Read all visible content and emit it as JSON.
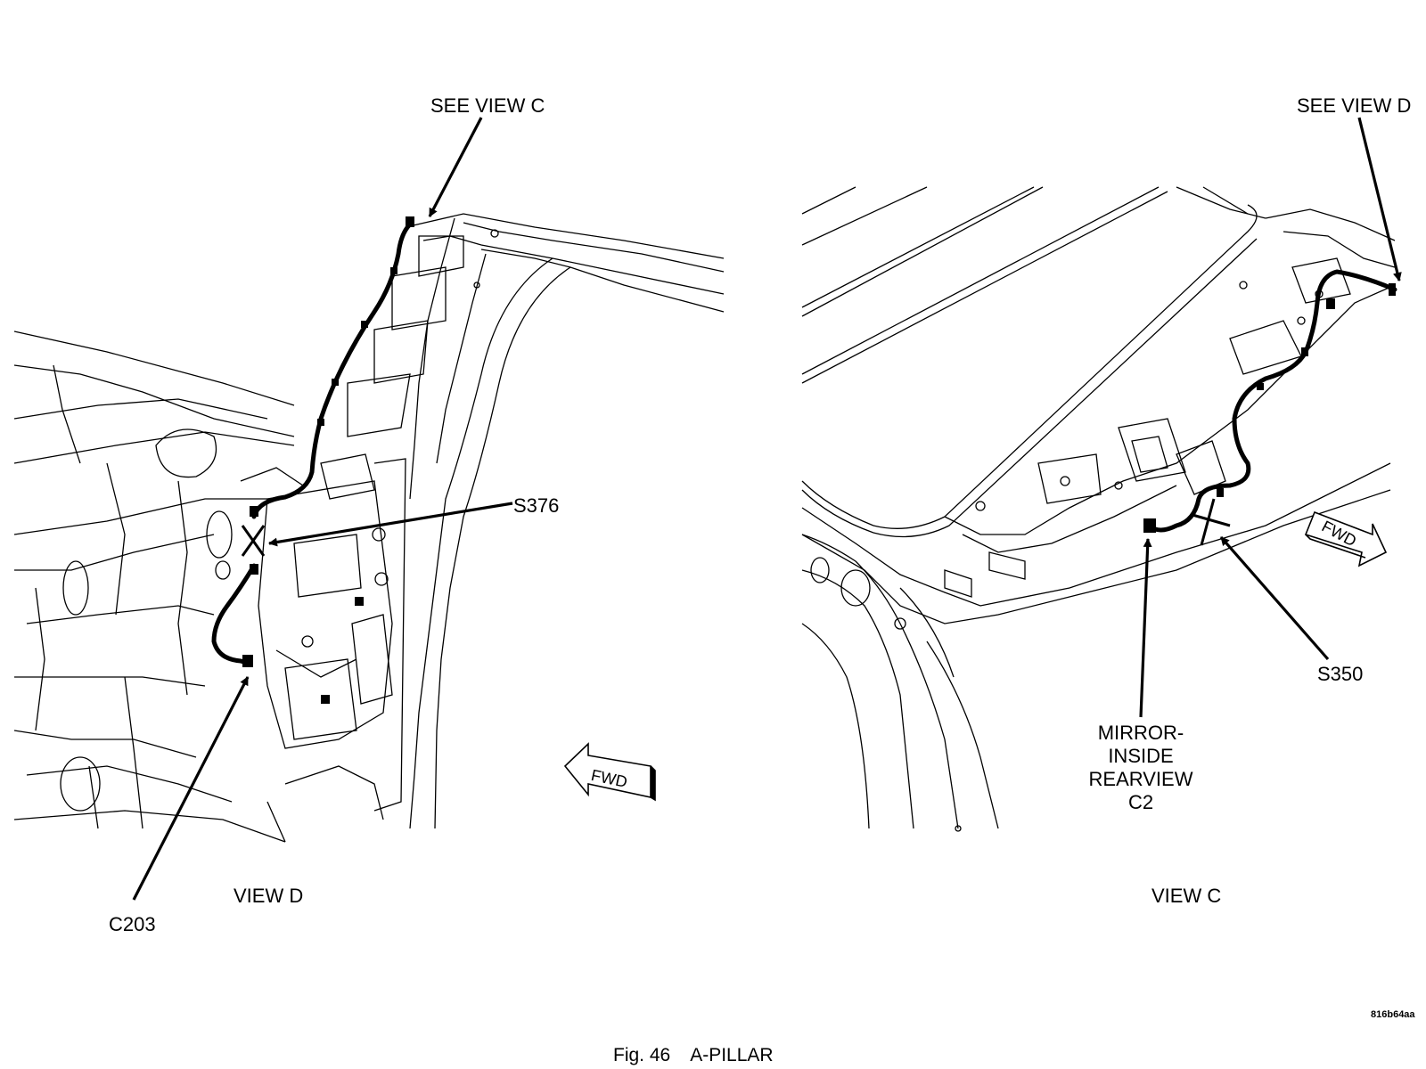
{
  "labels": {
    "see_view_c": "SEE VIEW C",
    "see_view_d": "SEE VIEW D",
    "s376": "S376",
    "c203": "C203",
    "s350": "S350",
    "mirror_line1": "MIRROR-",
    "mirror_line2": "INSIDE",
    "mirror_line3": "REARVIEW",
    "mirror_line4": "C2",
    "view_d": "VIEW D",
    "view_c": "VIEW C",
    "fwd_left": "FWD",
    "fwd_right": "FWD",
    "image_code": "816b64aa",
    "caption_fig": "Fig. 46",
    "caption_title": "A-PILLAR"
  },
  "colors": {
    "ink": "#000000",
    "paper": "#ffffff"
  }
}
